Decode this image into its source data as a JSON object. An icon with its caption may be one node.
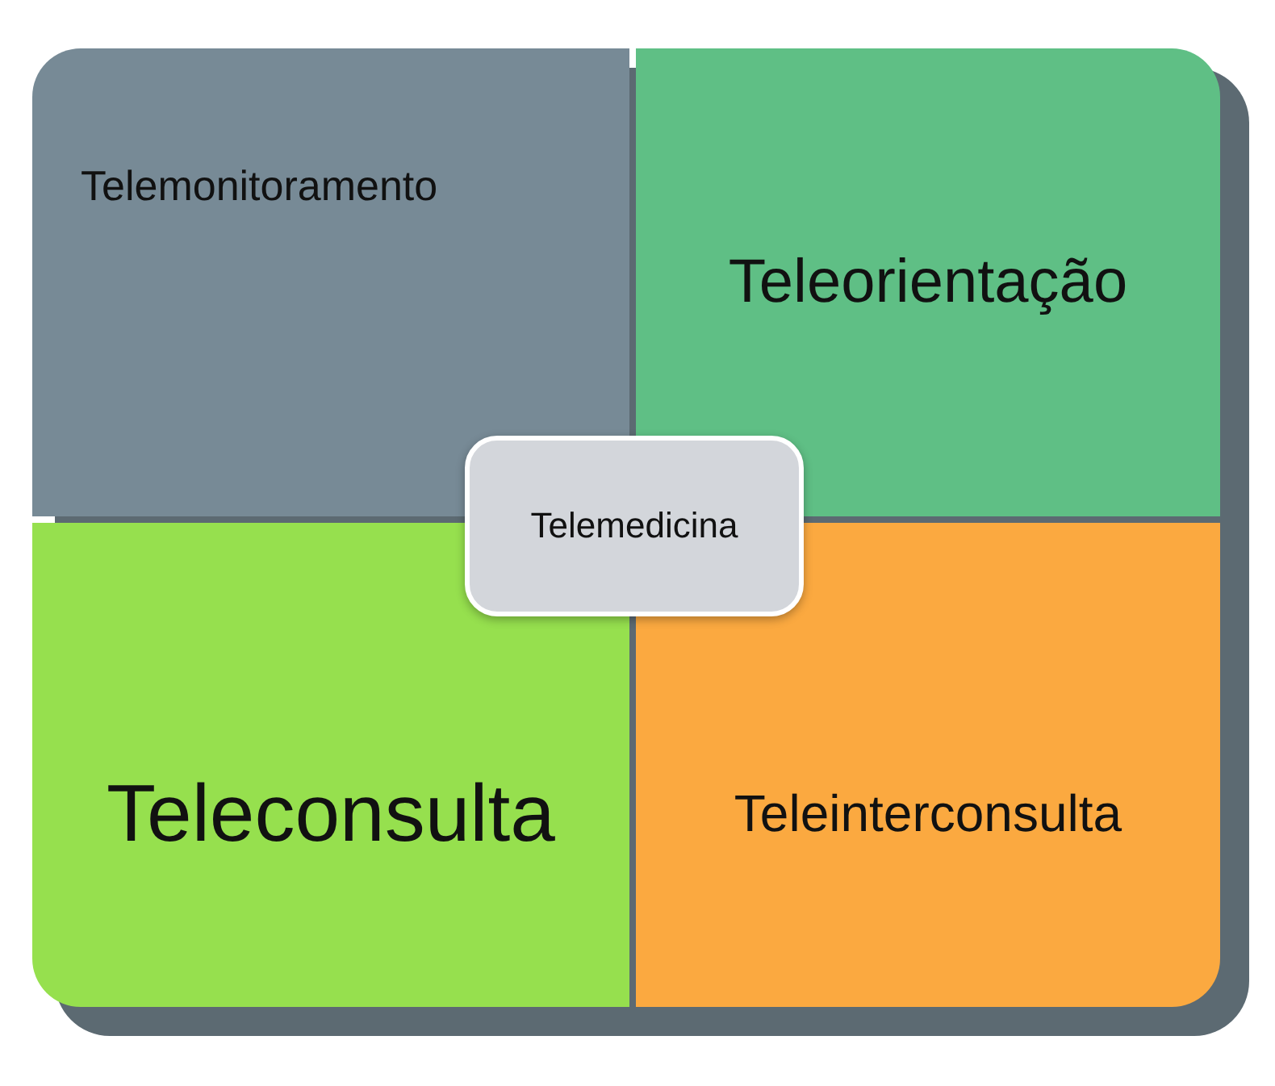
{
  "diagram": {
    "nodes": [
      {
        "text": [
          "Telemonitoramento"
        ]
      },
      {
        "text": [
          "Teleorientação"
        ]
      },
      {
        "text": [
          "Telemedicina"
        ]
      },
      {
        "text": [
          "Teleconsulta"
        ]
      },
      {
        "text": [
          "Teleinterconsulta"
        ]
      }
    ]
  }
}
